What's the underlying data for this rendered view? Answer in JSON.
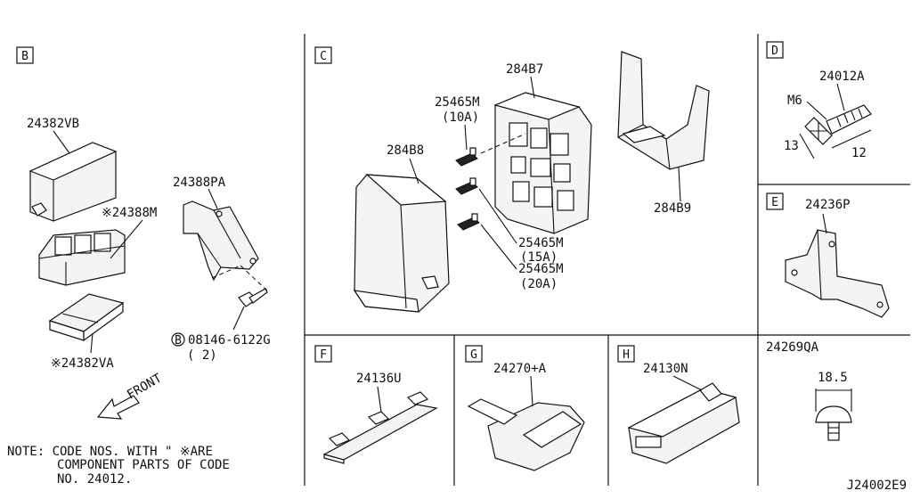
{
  "sections": {
    "b": {
      "letter": "B"
    },
    "c": {
      "letter": "C"
    },
    "d": {
      "letter": "D"
    },
    "e": {
      "letter": "E"
    },
    "f": {
      "letter": "F"
    },
    "g": {
      "letter": "G"
    },
    "h": {
      "letter": "H"
    }
  },
  "parts": {
    "p24382vb": "24382VB",
    "p24388m": "※24388M",
    "p24382va": "※24382VA",
    "p24388pa": "24388PA",
    "bolt_prefix": "B",
    "bolt_code": "08146-6122G",
    "bolt_qty": "( 2)",
    "p284b7": "284B7",
    "p284b8": "284B8",
    "p284b9": "284B9",
    "p25465m_a": "25465M",
    "p25465m_a_rating": "(10A)",
    "p25465m_b": "25465M",
    "p25465m_b_rating": "(15A)",
    "p25465m_c": "25465M",
    "p25465m_c_rating": "(20A)",
    "p24012a": "24012A",
    "m6": "M6",
    "dim13": "13",
    "dim12": "12",
    "p24236p": "24236P",
    "p24269qa": "24269QA",
    "dim185": "18.5",
    "p24136u": "24136U",
    "p24270a": "24270+A",
    "p24130n": "24130N"
  },
  "front_label": "FRONT",
  "note": {
    "line1": "NOTE: CODE NOS. WITH \"   ※ARE",
    "line2": "COMPONENT PARTS OF CODE",
    "line3": "NO. 24012."
  },
  "diagram_code": "J24002E9"
}
